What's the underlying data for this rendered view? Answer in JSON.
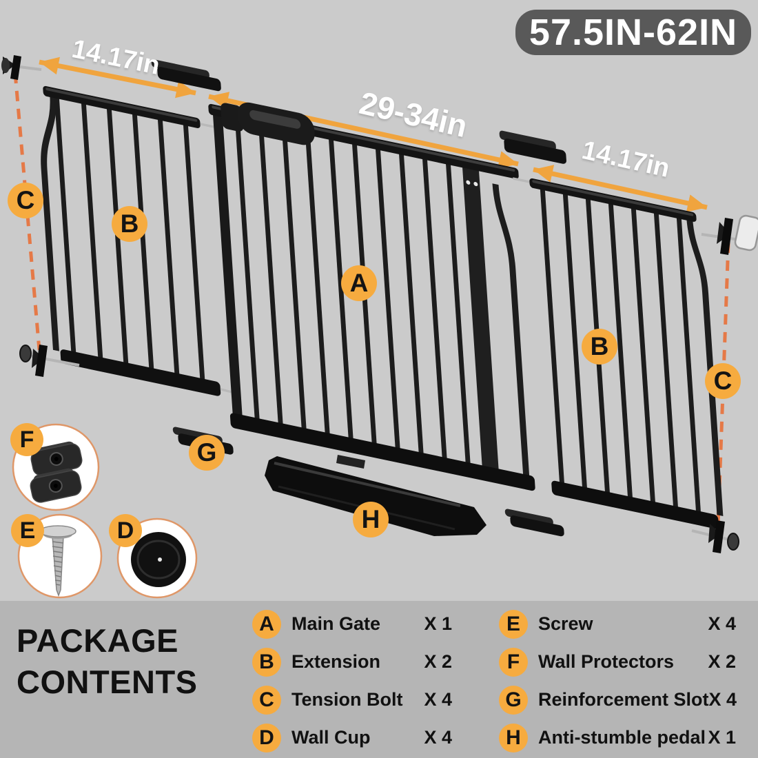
{
  "diagram": {
    "size_badge": "57.5IN-62IN",
    "dim_left": "14.17in",
    "dim_center": "29-34in",
    "dim_right": "14.17in",
    "callouts": {
      "a": "A",
      "b": "B",
      "c": "C",
      "d": "D",
      "e": "E",
      "f": "F",
      "g": "G",
      "h": "H"
    }
  },
  "package_contents": {
    "title": "PACKAGE CONTENTS",
    "items": [
      {
        "letter": "A",
        "name": "Main Gate",
        "qty": "X 1"
      },
      {
        "letter": "B",
        "name": "Extension",
        "qty": "X 2"
      },
      {
        "letter": "C",
        "name": "Tension Bolt",
        "qty": "X 4"
      },
      {
        "letter": "D",
        "name": "Wall Cup",
        "qty": "X 4"
      },
      {
        "letter": "E",
        "name": "Screw",
        "qty": "X 4"
      },
      {
        "letter": "F",
        "name": "Wall Protectors",
        "qty": "X 2"
      },
      {
        "letter": "G",
        "name": "Reinforcement Slot",
        "qty": "X 4"
      },
      {
        "letter": "H",
        "name": "Anti-stumble pedal",
        "qty": "X 1"
      }
    ]
  },
  "colors": {
    "accent_orange": "#F6AB3F",
    "arrow_orange": "#F0A43E",
    "dash_orange": "#E57947",
    "badge_gray": "#595959",
    "bg_top": "#cbcbcb",
    "bg_bottom": "#b5b5b5",
    "gate_black": "#161616"
  }
}
